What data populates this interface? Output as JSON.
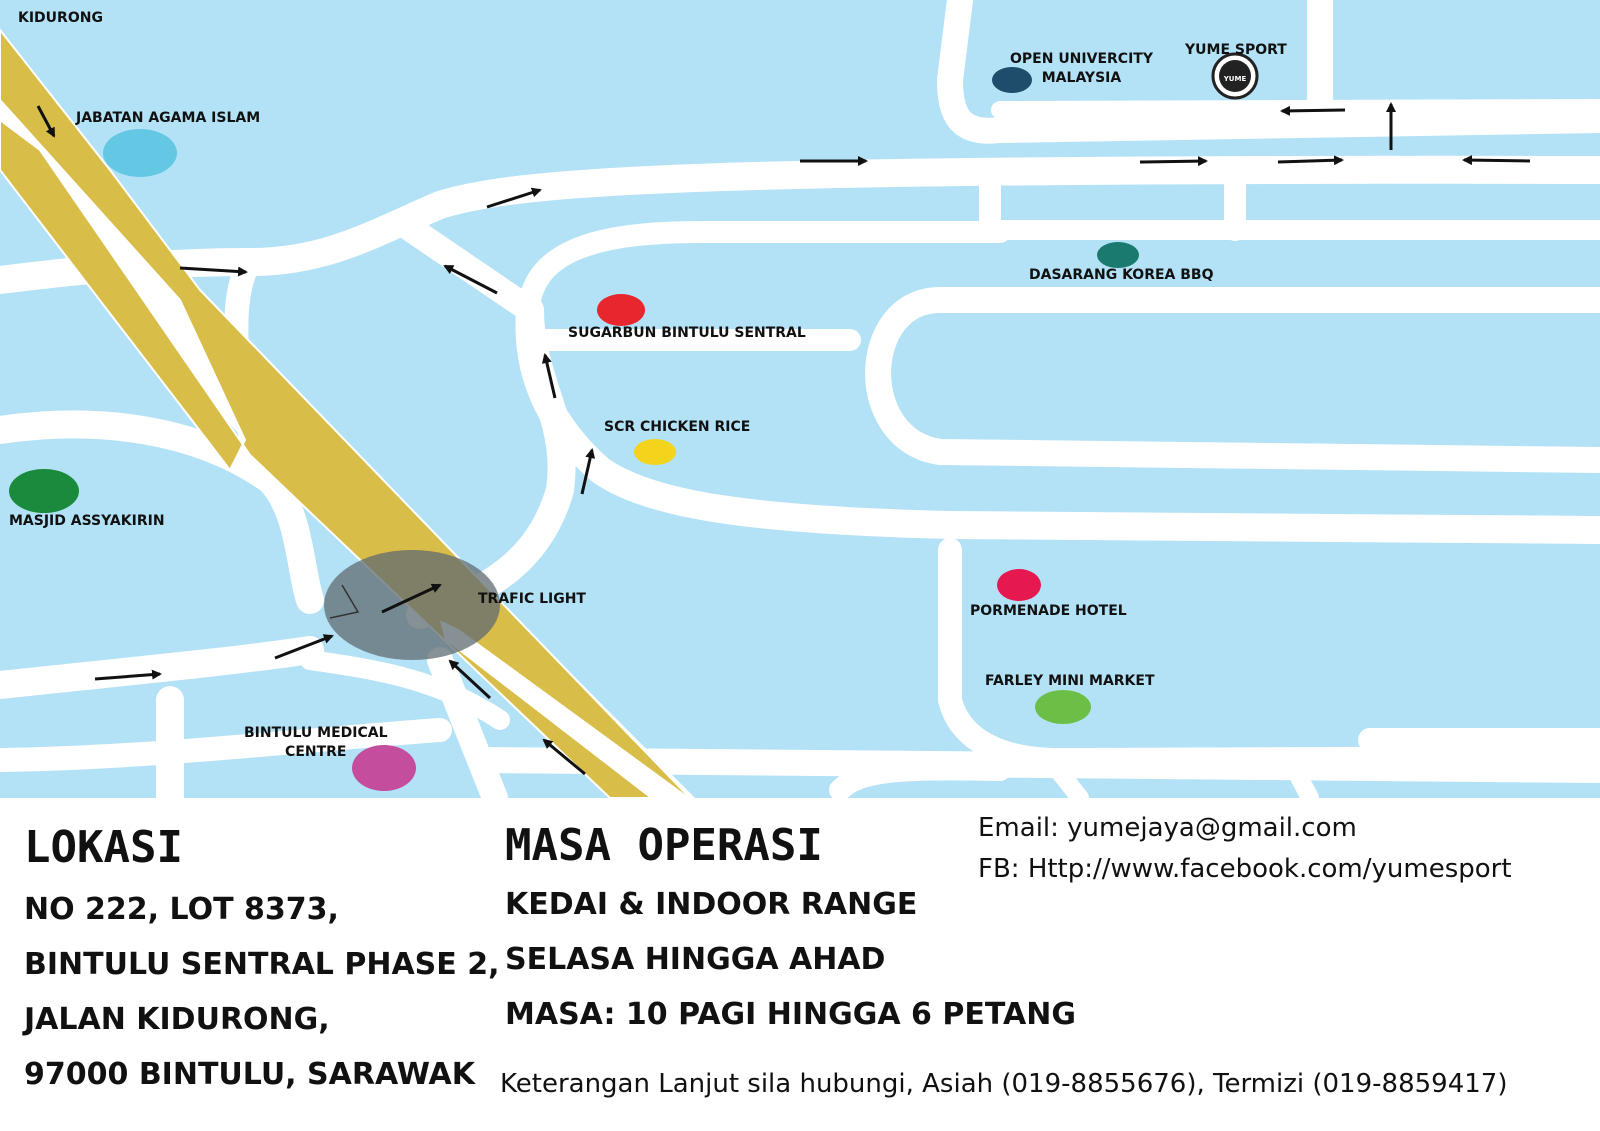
{
  "map": {
    "places": {
      "kidurong": "KIDURONG",
      "jabatan_agama_islam": "JABATAN AGAMA ISLAM",
      "open_university_line1": "OPEN UNIVERCITY",
      "open_university_line2": "MALAYSIA",
      "yume_sport": "YUME SPORT",
      "dasarang_korea_bbq": "DASARANG KOREA BBQ",
      "sugarbun": "SUGARBUN BINTULU SENTRAL",
      "scr_chicken_rice": "SCR CHICKEN RICE",
      "masjid_assyakirin": "MASJID ASSYAKIRIN",
      "trafic_light": "TRAFIC LIGHT",
      "pormenade_hotel": "PORMENADE HOTEL",
      "farley_mini_market": "FARLEY MINI MARKET",
      "bintulu_medical_line1": "BINTULU MEDICAL",
      "bintulu_medical_line2": "CENTRE"
    },
    "colors": {
      "water_bg": "#b3e2f6",
      "road": "#ffffff",
      "highway": "#d9bd49",
      "traffic_light_zone": "#5f6b70",
      "jabatan_agama_islam": "#64c7e3",
      "open_university": "#1e4d6b",
      "dasarang_korea_bbq": "#1a7a6f",
      "sugarbun": "#e8262e",
      "scr_chicken_rice": "#f4d31c",
      "masjid_assyakirin": "#1a8a3c",
      "pormenade_hotel": "#e5194f",
      "farley_mini_market": "#6cbf46",
      "bintulu_medical": "#c44d9e"
    },
    "icons": [
      "arrow-icon",
      "yume-sport-logo-icon"
    ],
    "logo_text": "YUME SPORT"
  },
  "info": {
    "lokasi_title": "LOKASI",
    "address": [
      "NO 222, LOT 8373,",
      "BINTULU SENTRAL PHASE 2,",
      "JALAN KIDURONG,",
      "97000 BINTULU, SARAWAK"
    ],
    "operasi_title": "MASA OPERASI",
    "operasi_lines": [
      "KEDAI & INDOOR RANGE",
      "SELASA HINGGA AHAD",
      "MASA: 10 PAGI HINGGA 6 PETANG"
    ],
    "email": "Email: yumejaya@gmail.com",
    "fb": "FB: Http://www.facebook.com/yumesport",
    "contact": "Keterangan Lanjut sila hubungi, Asiah (019-8855676), Termizi (019-8859417)"
  }
}
